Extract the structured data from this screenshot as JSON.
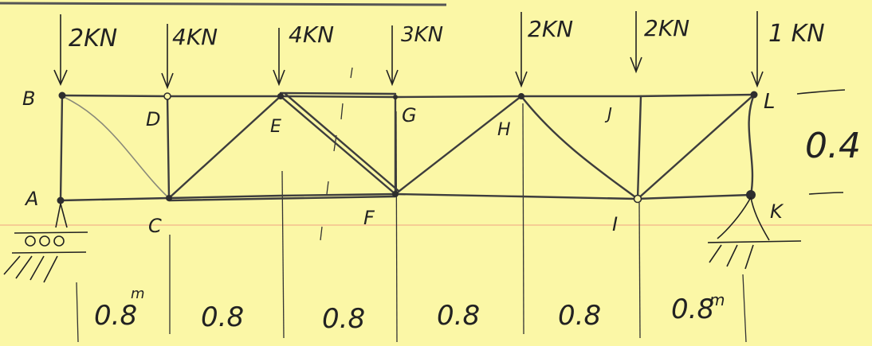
{
  "truss": {
    "loads": [
      "2KN",
      "4KN",
      "4KN",
      "3KN",
      "2KN",
      "2KN",
      "1 KN"
    ],
    "top_nodes": [
      "B",
      "D",
      "E",
      "G",
      "H",
      "J",
      "L"
    ],
    "bottom_nodes": [
      "A",
      "C",
      "F",
      "I",
      "K"
    ],
    "spans": [
      "0.8",
      "0.8",
      "0.8",
      "0.8",
      "0.8",
      "0.8"
    ],
    "span_unit": "m",
    "height": "0.4",
    "colors": {
      "paper": "#fbf7a6",
      "ink": "#2e2e2e",
      "rule": "#f2b48a"
    }
  }
}
